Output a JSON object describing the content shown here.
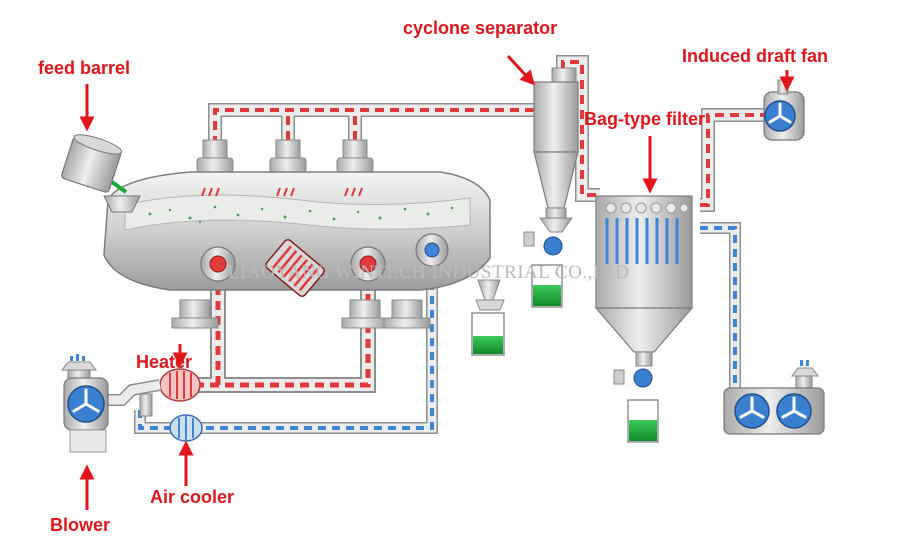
{
  "labels": {
    "feed_barrel": "feed barrel",
    "cyclone_separator": "cyclone separator",
    "induced_draft_fan": "Induced draft fan",
    "bag_type_filter": "Bag-type filter",
    "heater": "Heater",
    "air_cooler": "Air cooler",
    "blower": "Blower"
  },
  "watermark": "LIAOYANG WINTECH INDUSTRIAL CO.,LTD",
  "colors": {
    "label_red": "#e0161c",
    "hot_air_dash": "#e23a3a",
    "cool_air_dash": "#3f86d8",
    "pipe_fill": "#ececec",
    "pipe_edge": "#8f8f8f",
    "product_green": "#1aa83a",
    "fan_blue": "#3a7fd0",
    "watermark_gray": "#b9b9b9"
  },
  "icons": {
    "fan": "fan-impeller-icon",
    "arrow": "red-pointer-arrow-icon",
    "container": "green-product-container-icon"
  }
}
